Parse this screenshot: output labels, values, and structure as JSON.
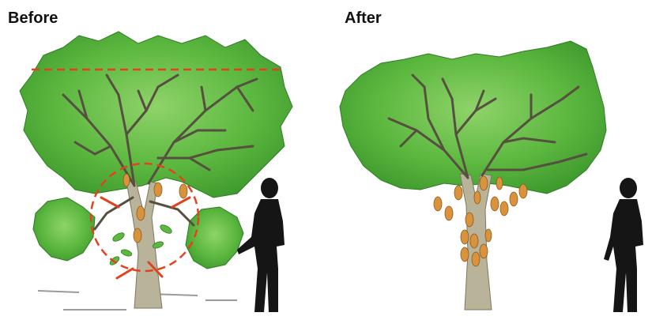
{
  "panels": {
    "before": {
      "heading": "Before"
    },
    "after": {
      "heading": "After"
    }
  },
  "colors": {
    "foliage_dark": "#3f9a2e",
    "foliage_mid": "#5cb83f",
    "foliage_light": "#8fd36a",
    "trunk": "#b9b39a",
    "branch": "#55503f",
    "pod": "#d9933c",
    "silhouette": "#151515",
    "cut_marker": "#e2421e"
  },
  "icons": [
    "person-silhouette",
    "scissor-cut-mark",
    "cocoa-pod"
  ]
}
